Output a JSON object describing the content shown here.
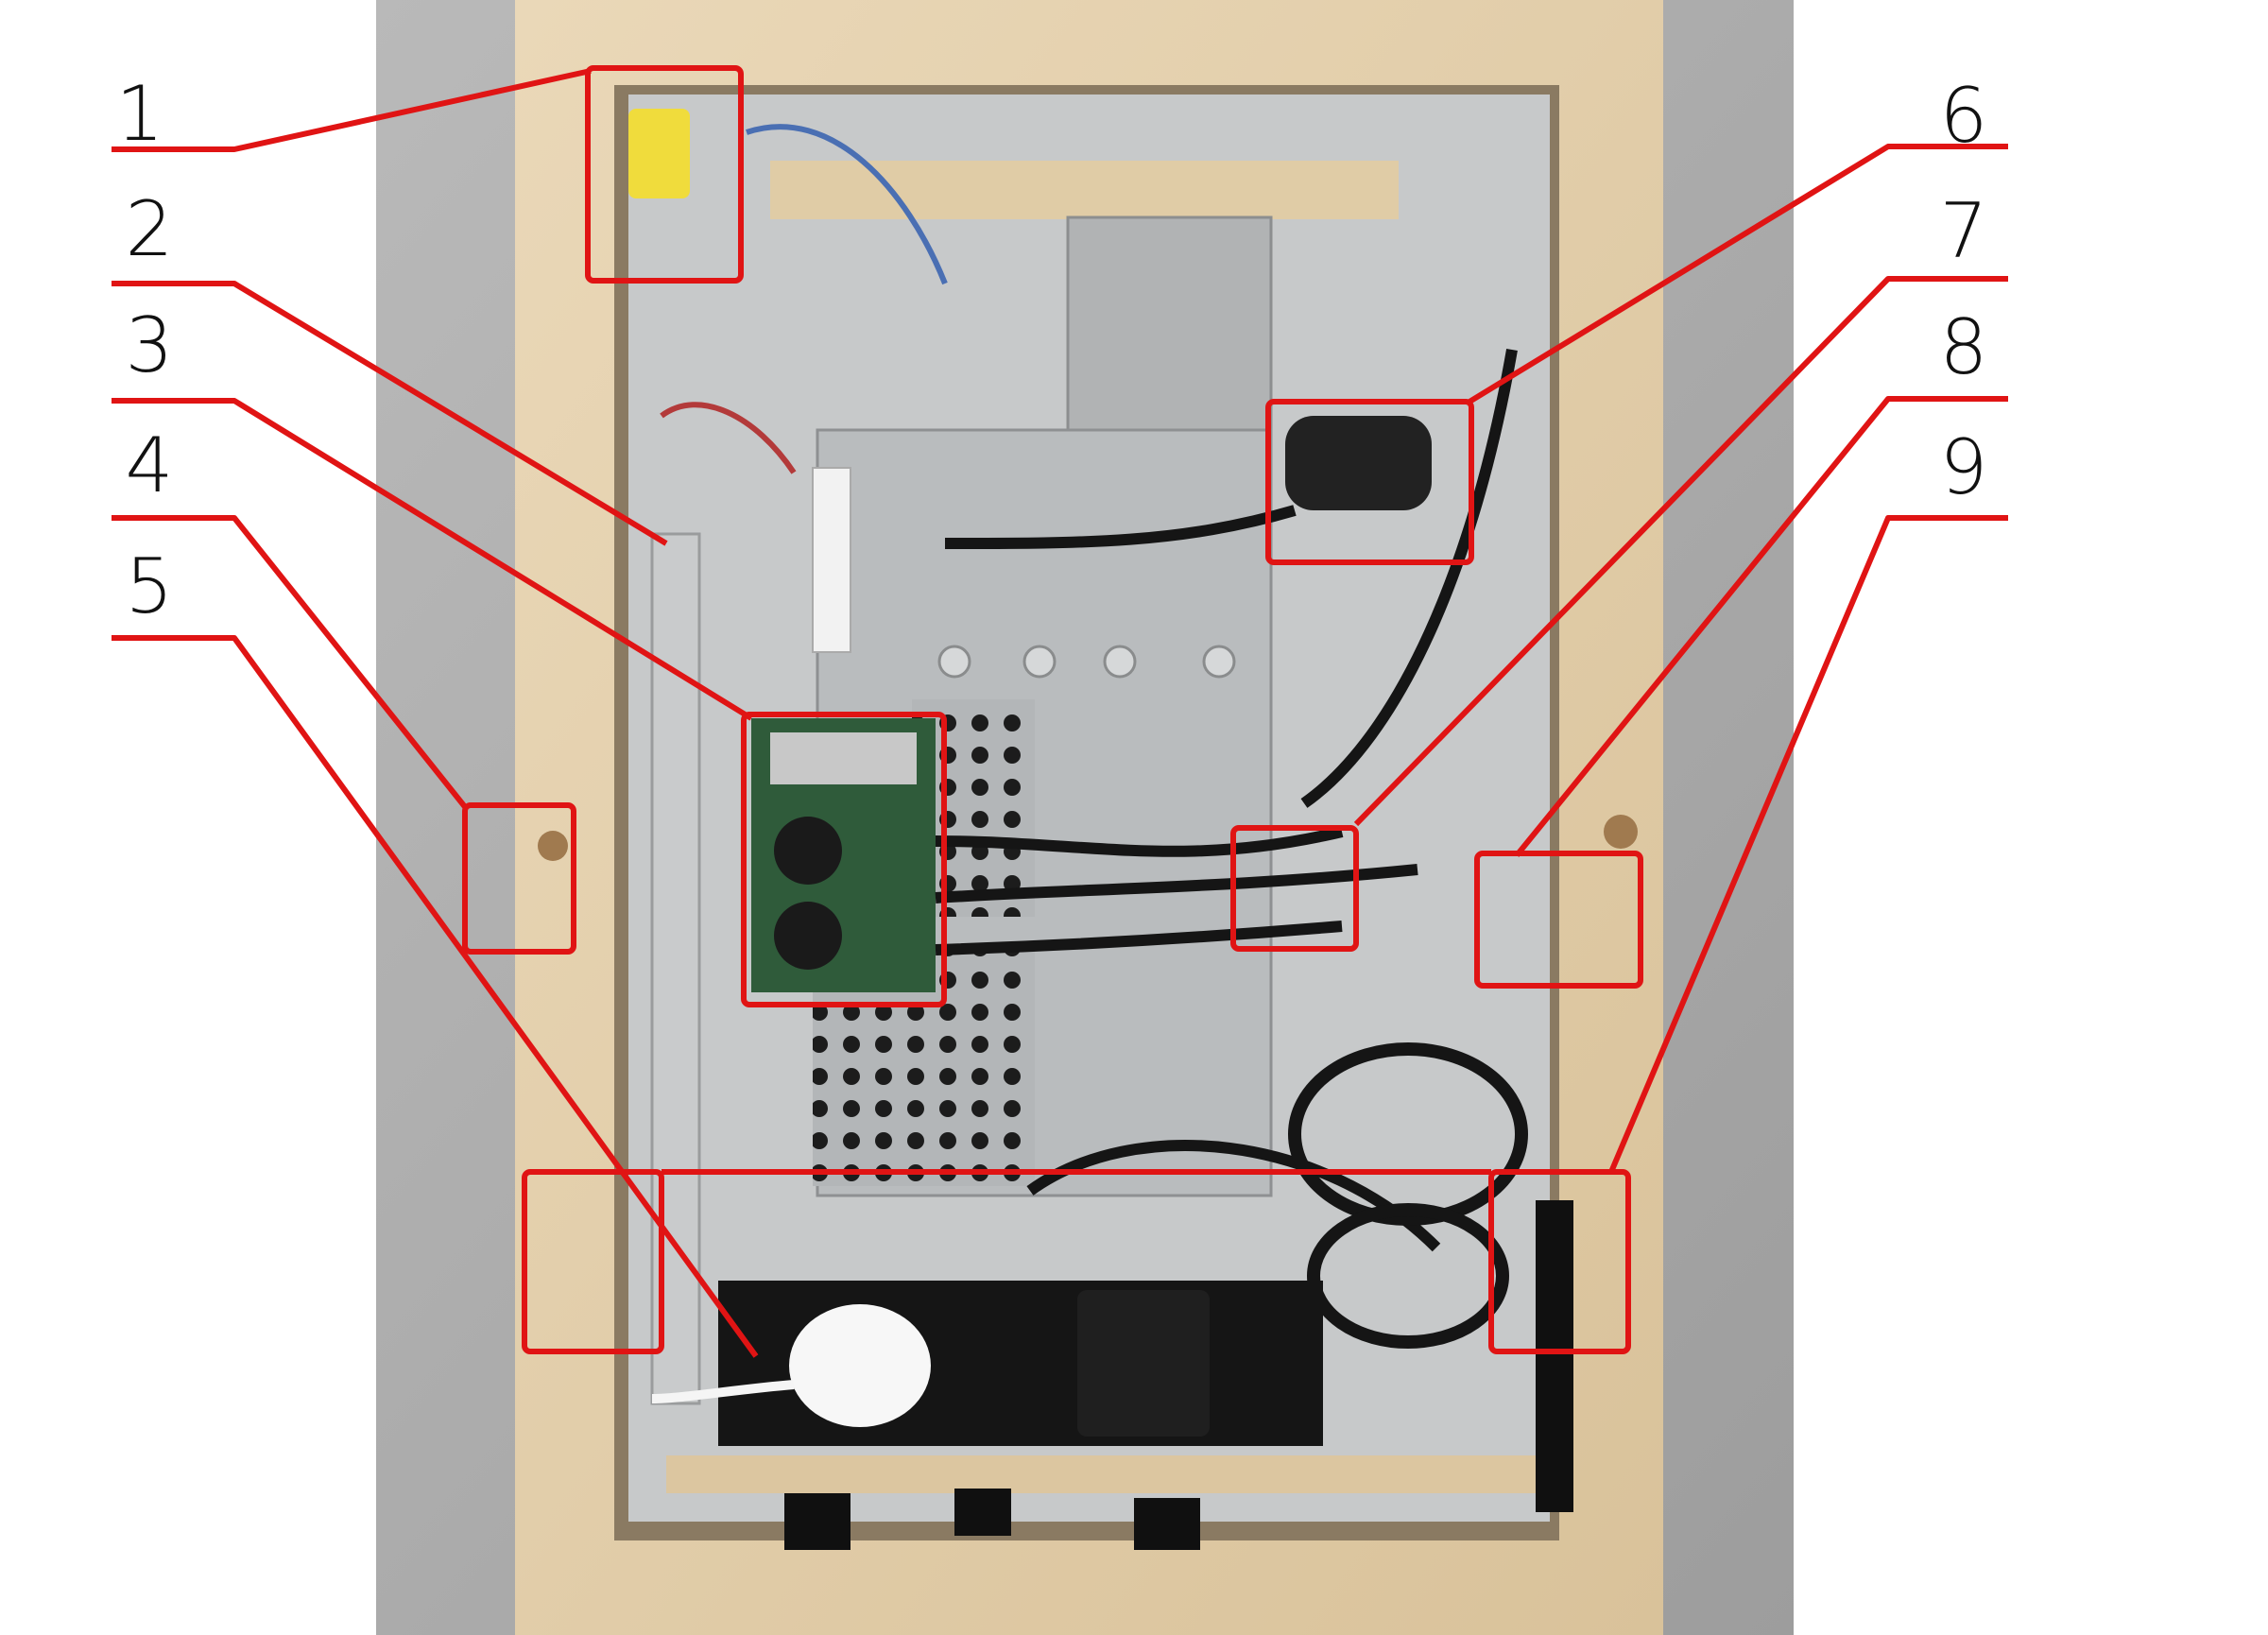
{
  "colors": {
    "annotation": "#e01414",
    "wood": "#e2cdaa",
    "chassis": "#b9bcbe",
    "background": "#ffffff"
  },
  "callouts": [
    {
      "label": "1",
      "target": "connector-block"
    },
    {
      "label": "2",
      "target": "power-supply-rail"
    },
    {
      "label": "3",
      "target": "raspberry-pi"
    },
    {
      "label": "4",
      "target": "left-frame-screw"
    },
    {
      "label": "5",
      "target": "white-plug"
    },
    {
      "label": "6",
      "target": "remote-button"
    },
    {
      "label": "7",
      "target": "cable-clip"
    },
    {
      "label": "8",
      "target": "right-frame-screw"
    },
    {
      "label": "9",
      "target": "bottom-right-mount"
    }
  ]
}
